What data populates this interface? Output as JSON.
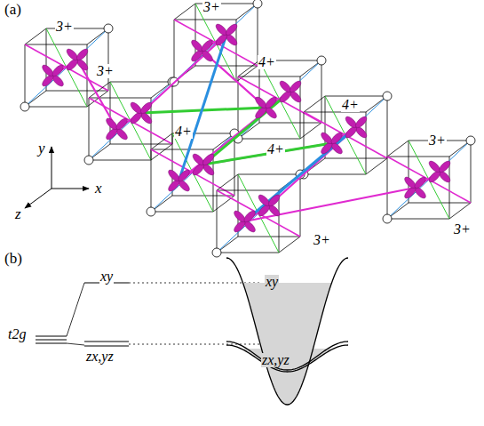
{
  "diagram": {
    "labels": [
      "(a)",
      "3+",
      "3+",
      "4+",
      "3+",
      "4+",
      "y",
      "4+",
      "x",
      "z",
      "4+",
      "3+",
      "3+",
      "3+",
      "(b)",
      "xy",
      "xy",
      "t2g",
      "zx,yz",
      "zx,yz"
    ]
  }
}
